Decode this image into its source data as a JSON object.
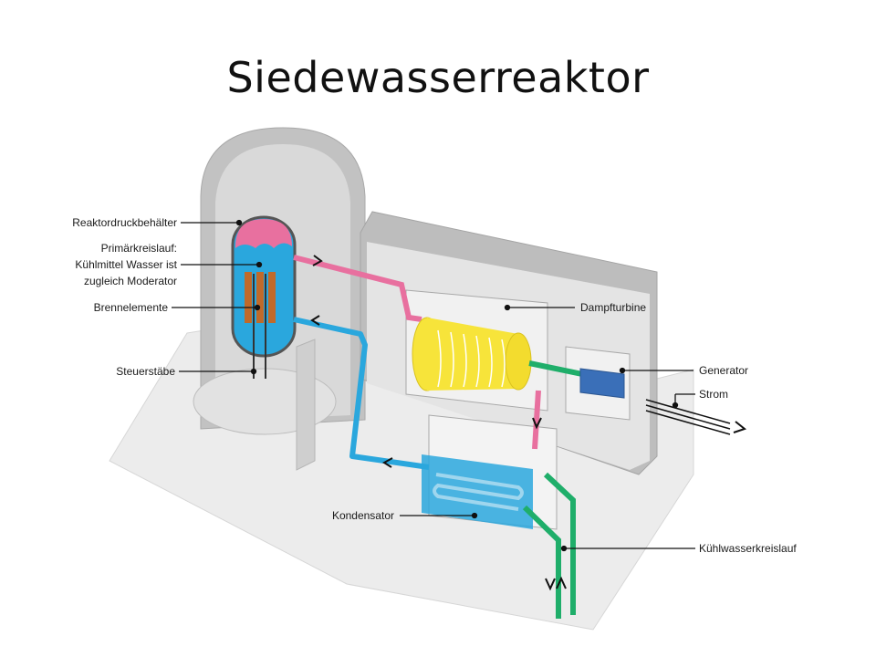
{
  "slide": {
    "title": "Siedewasserreaktor"
  },
  "diagram": {
    "labels": {
      "reactor_vessel": "Reaktordruckbehälter",
      "primary_loop_1": "Primärkreislauf:",
      "primary_loop_2": "Kühlmittel Wasser ist",
      "primary_loop_3": "zugleich Moderator",
      "fuel_elements": "Brennelemente",
      "control_rods": "Steuerstäbe",
      "steam_turbine": "Dampfturbine",
      "generator": "Generator",
      "power": "Strom",
      "condenser": "Kondensator",
      "cooling_water_loop": "Kühlwasserkreislauf"
    },
    "colors": {
      "steam": "#e8709f",
      "water": "#2aa7dd",
      "cooling": "#1fae6a",
      "turbine": "#f7e43a",
      "generator": "#3a6fb8",
      "fuel": "#c06a2a",
      "building": "#c9c9c9",
      "floor": "#ececec"
    }
  }
}
